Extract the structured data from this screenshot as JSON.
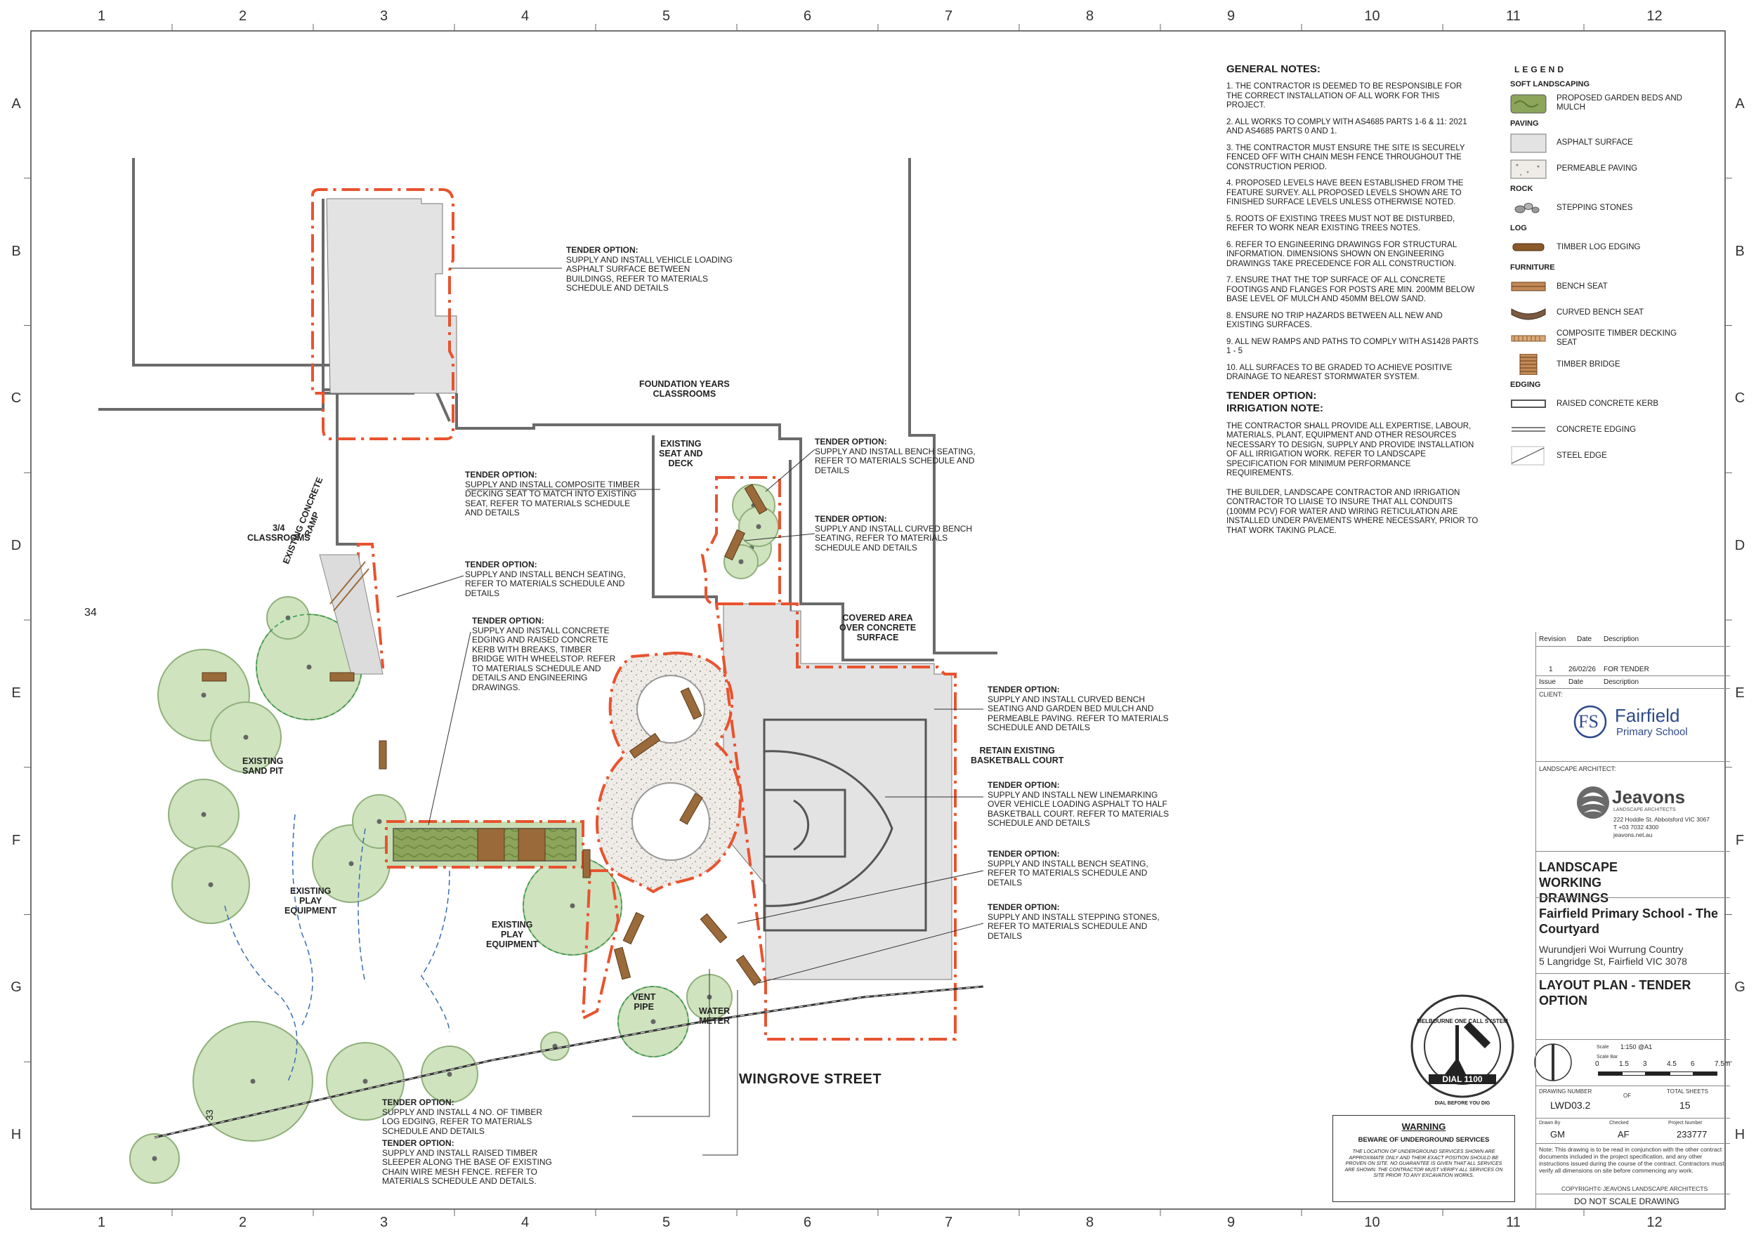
{
  "grid": {
    "columns": [
      "1",
      "2",
      "3",
      "4",
      "5",
      "6",
      "7",
      "8",
      "9",
      "10",
      "11",
      "12"
    ],
    "rows": [
      "A",
      "B",
      "C",
      "D",
      "E",
      "F",
      "G",
      "H"
    ]
  },
  "colors": {
    "tender_boundary": "#e8532f",
    "asphalt": "#e3e3e3",
    "tree_fill": "#cfe3bf",
    "tree_stroke": "#8fb07a",
    "garden_bed": "#8ca55a",
    "timber": "#9a6a3a"
  },
  "plan": {
    "labels": {
      "foundation": "FOUNDATION YEARS\nCLASSROOMS",
      "classrooms34": "3/4\nCLASSROOMS",
      "existing_seat": "EXISTING\nSEAT AND\nDECK",
      "covered_area": "COVERED AREA\nOVER CONCRETE\nSURFACE",
      "retain_court": "RETAIN EXISTING\nBASKETBALL COURT",
      "sand_pit": "EXISTING\nSAND PIT",
      "play1": "EXISTING\nPLAY\nEQUIPMENT",
      "play2": "EXISTING\nPLAY\nEQUIPMENT",
      "vent_pipe": "VENT\nPIPE",
      "water_meter": "WATER\nMETER",
      "ramp": "EXISTING CONCRETE\nRAMP",
      "street": "WINGROVE STREET",
      "level34": "34",
      "level33": "33"
    },
    "callouts": [
      {
        "title": "TENDER OPTION:",
        "text": "SUPPLY AND INSTALL VEHICLE LOADING ASPHALT SURFACE BETWEEN BUILDINGS, REFER TO MATERIALS SCHEDULE AND DETAILS"
      },
      {
        "title": "TENDER OPTION:",
        "text": "SUPPLY AND INSTALL COMPOSITE TIMBER DECKING SEAT TO MATCH INTO EXISTING SEAT, REFER TO MATERIALS SCHEDULE AND DETAILS"
      },
      {
        "title": "TENDER OPTION:",
        "text": "SUPPLY AND INSTALL BENCH SEATING, REFER TO MATERIALS SCHEDULE AND DETAILS"
      },
      {
        "title": "TENDER OPTION:",
        "text": "SUPPLY AND INSTALL CONCRETE EDGING AND RAISED CONCRETE KERB WITH BREAKS, TIMBER BRIDGE WITH WHEELSTOP. REFER TO MATERIALS SCHEDULE AND DETAILS AND ENGINEERING DRAWINGS."
      },
      {
        "title": "TENDER OPTION:",
        "text": "SUPPLY AND INSTALL BENCH SEATING, REFER TO MATERIALS SCHEDULE AND DETAILS"
      },
      {
        "title": "TENDER OPTION:",
        "text": "SUPPLY AND INSTALL CURVED BENCH SEATING, REFER TO MATERIALS SCHEDULE AND DETAILS"
      },
      {
        "title": "TENDER OPTION:",
        "text": "SUPPLY AND INSTALL CURVED BENCH SEATING AND GARDEN BED MULCH AND PERMEABLE PAVING. REFER TO MATERIALS SCHEDULE AND DETAILS"
      },
      {
        "title": "TENDER OPTION:",
        "text": "SUPPLY AND INSTALL NEW LINEMARKING OVER VEHICLE LOADING ASPHALT TO HALF BASKETBALL COURT. REFER TO MATERIALS SCHEDULE AND DETAILS"
      },
      {
        "title": "TENDER OPTION:",
        "text": "SUPPLY AND INSTALL BENCH SEATING, REFER TO MATERIALS SCHEDULE AND DETAILS"
      },
      {
        "title": "TENDER OPTION:",
        "text": "SUPPLY AND INSTALL STEPPING STONES, REFER TO MATERIALS SCHEDULE AND DETAILS"
      },
      {
        "title": "TENDER OPTION:",
        "text": "SUPPLY AND INSTALL 4 NO. OF TIMBER LOG EDGING, REFER TO MATERIALS SCHEDULE AND DETAILS"
      },
      {
        "title": "TENDER OPTION:",
        "text": "SUPPLY AND INSTALL RAISED TIMBER SLEEPER ALONG THE BASE OF EXISTING CHAIN WIRE MESH FENCE. REFER TO MATERIALS SCHEDULE AND DETAILS."
      }
    ]
  },
  "general_notes": {
    "title": "GENERAL NOTES:",
    "items": [
      "1.    THE CONTRACTOR IS DEEMED TO BE RESPONSIBLE FOR THE CORRECT INSTALLATION OF ALL WORK FOR THIS PROJECT.",
      "2.    ALL WORKS TO COMPLY WITH AS4685 PARTS 1-6 & 11: 2021 AND AS4685 PARTS 0 AND 1.",
      "3.    THE CONTRACTOR MUST ENSURE THE SITE IS SECURELY FENCED OFF WITH CHAIN MESH FENCE THROUGHOUT THE CONSTRUCTION PERIOD.",
      "4.    PROPOSED LEVELS HAVE BEEN ESTABLISHED FROM THE FEATURE SURVEY. ALL PROPOSED LEVELS SHOWN ARE TO FINISHED SURFACE LEVELS UNLESS OTHERWISE NOTED.",
      "5.    ROOTS OF EXISTING TREES MUST NOT BE DISTURBED, REFER TO WORK NEAR EXISTING TREES NOTES.",
      "6.    REFER TO ENGINEERING DRAWINGS FOR STRUCTURAL INFORMATION. DIMENSIONS SHOWN ON ENGINEERING DRAWINGS TAKE PRECEDENCE FOR ALL CONSTRUCTION.",
      "7.    ENSURE THAT THE TOP SURFACE OF ALL CONCRETE FOOTINGS AND FLANGES FOR POSTS ARE MIN. 200mm BELOW BASE LEVEL OF MULCH AND 450mm BELOW SAND.",
      "8.    ENSURE NO TRIP HAZARDS BETWEEN ALL NEW AND EXISTING SURFACES.",
      "9.    ALL NEW RAMPS AND PATHS TO COMPLY WITH AS1428 PARTS 1 - 5",
      "10.  ALL SURFACES TO BE GRADED TO ACHIEVE POSITIVE DRAINAGE TO NEAREST STORMWATER SYSTEM."
    ],
    "irrigation_title": "TENDER OPTION:\nIRRIGATION NOTE:",
    "irrigation": [
      "THE CONTRACTOR SHALL PROVIDE ALL EXPERTISE, LABOUR, MATERIALS, PLANT, EQUIPMENT AND OTHER RESOURCES NECESSARY TO DESIGN, SUPPLY AND PROVIDE INSTALLATION OF ALL IRRIGATION WORK. REFER TO LANDSCAPE SPECIFICATION FOR MINIMUM PERFORMANCE REQUIREMENTS.",
      "THE BUILDER, LANDSCAPE CONTRACTOR AND IRRIGATION CONTRACTOR TO LIAISE TO INSURE THAT ALL CONDUITS (100mm PCV) FOR WATER AND WIRING RETICULATION ARE INSTALLED UNDER PAVEMENTS WHERE NECESSARY, PRIOR TO THAT WORK TAKING PLACE."
    ]
  },
  "legend": {
    "title": "LEGEND",
    "groups": [
      {
        "name": "SOFT LANDSCAPING",
        "items": [
          {
            "label": "PROPOSED GARDEN BEDS AND MULCH",
            "icon": "garden-bed-swatch"
          }
        ]
      },
      {
        "name": "PAVING",
        "items": [
          {
            "label": "ASPHALT SURFACE",
            "icon": "asphalt-swatch"
          },
          {
            "label": "PERMEABLE PAVING",
            "icon": "permeable-paving-swatch"
          }
        ]
      },
      {
        "name": "ROCK",
        "items": [
          {
            "label": "STEPPING STONES",
            "icon": "stepping-stones-icon"
          }
        ]
      },
      {
        "name": "LOG",
        "items": [
          {
            "label": "TIMBER LOG EDGING",
            "icon": "timber-log-icon"
          }
        ]
      },
      {
        "name": "FURNITURE",
        "items": [
          {
            "label": "BENCH SEAT",
            "icon": "bench-seat-icon"
          },
          {
            "label": "CURVED BENCH SEAT",
            "icon": "curved-bench-icon"
          },
          {
            "label": "COMPOSITE TIMBER DECKING SEAT",
            "icon": "decking-seat-icon"
          },
          {
            "label": "TIMBER BRIDGE",
            "icon": "timber-bridge-icon"
          }
        ]
      },
      {
        "name": "EDGING",
        "items": [
          {
            "label": "RAISED CONCRETE KERB",
            "icon": "kerb-icon"
          },
          {
            "label": "CONCRETE EDGING",
            "icon": "concrete-edging-icon"
          },
          {
            "label": "STEEL EDGE",
            "icon": "steel-edge-icon"
          }
        ]
      }
    ]
  },
  "title_block": {
    "revision_headers": [
      "Revision",
      "Date",
      "Description"
    ],
    "issue_row": [
      "1",
      "26/02/26",
      "FOR TENDER"
    ],
    "issue_headers": [
      "Issue",
      "Date",
      "Description"
    ],
    "client_label": "CLIENT:",
    "client_name_1": "Fairfield",
    "client_name_2": "Primary School",
    "architect_label": "LANDSCAPE ARCHITECT:",
    "architect_name": "Jeavons",
    "architect_sub": "LANDSCAPE ARCHITECTS",
    "architect_address": "222 Hoddle St, Abbotsford VIC 3067",
    "architect_phone": "T +03 7032 4300",
    "architect_web": "jeavons.net.au",
    "drawing_type": "LANDSCAPE WORKING DRAWINGS",
    "project": "Fairfield Primary School - The Courtyard",
    "country": "Wurundjeri Woi Wurrung Country",
    "address": "5 Langridge St, Fairfield VIC 3078",
    "sheet_title": "LAYOUT PLAN - TENDER OPTION",
    "scale_label": "Scale",
    "scale_value": "1:150 @A1",
    "scalebar_label": "Scale Bar",
    "scalebar_ticks": [
      "0",
      "1.5",
      "3",
      "4.5",
      "6",
      "7.5m"
    ],
    "drawing_number_label": "DRAWING NUMBER",
    "drawing_number": "LWD03.2",
    "of_label": "OF",
    "total_sheets_label": "TOTAL SHEETS",
    "total_sheets": "15",
    "drawn_label": "Drawn By",
    "drawn": "GM",
    "checked_label": "Checked",
    "checked": "AF",
    "project_no_label": "Project Number",
    "project_no": "233777",
    "note": "Note: This drawing is to be read in conjunction with the other contract documents included in the project specification, and any other instructions issued during the course of the contract. Contractors must verify all dimensions on site before commencing any work.",
    "copyright": "COPYRIGHT© JEAVONS LANDSCAPE ARCHITECTS",
    "do_not_scale": "DO NOT SCALE DRAWING"
  },
  "warning": {
    "title": "WARNING",
    "subtitle": "BEWARE OF UNDERGROUND SERVICES",
    "text": "THE LOCATION OF UNDERGROUND SERVICES SHOWN ARE APPROXIMATE ONLY AND THEIR EXACT POSITION SHOULD BE PROVEN ON SITE. NO GUARANTEE IS GIVEN THAT ALL SERVICES ARE SHOWN. THE CONTRACTOR MUST VERIFY ALL SERVICES ON SITE PRIOR TO ANY EXCAVATION WORKS."
  },
  "dial_stamp": {
    "ring_text": "MELBOURNE ONE CALL SYSTEM",
    "center": "DIAL 1100",
    "bottom": "DIAL BEFORE YOU DIG"
  }
}
